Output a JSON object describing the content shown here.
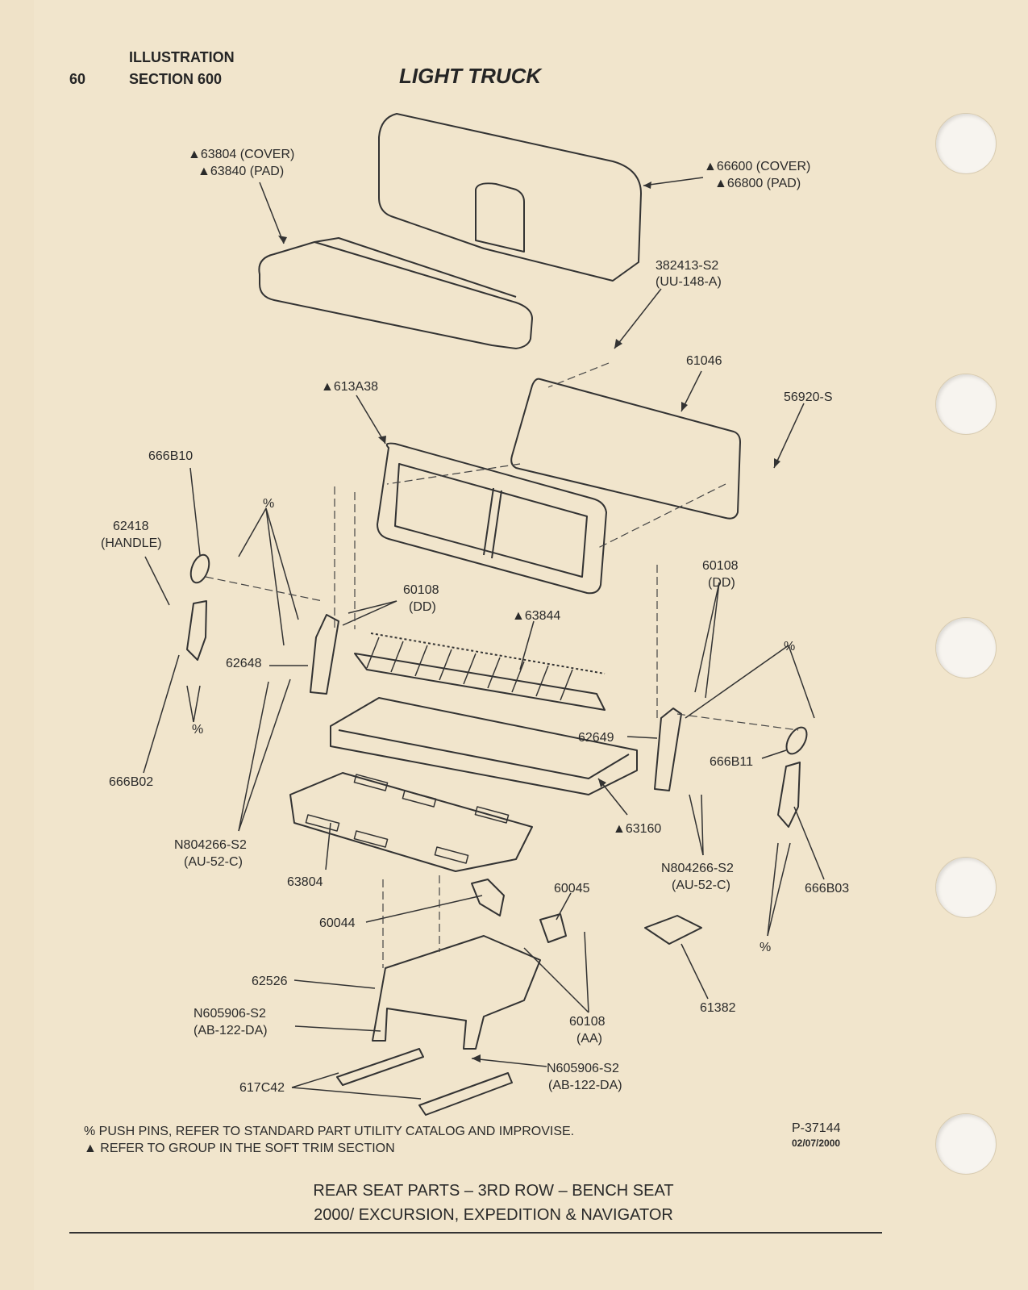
{
  "header": {
    "page_number": "60",
    "section_line1": "ILLUSTRATION",
    "section_line2": "SECTION 600",
    "title": "LIGHT TRUCK"
  },
  "labels": {
    "cover_pad_left_1": "▲63804 (COVER)",
    "cover_pad_left_2": "▲63840 (PAD)",
    "cover_pad_right_1": "▲66600 (COVER)",
    "cover_pad_right_2": "▲66800 (PAD)",
    "bolt_382413_1": "382413-S2",
    "bolt_382413_2": "(UU-148-A)",
    "p61046": "61046",
    "p56920": "56920-S",
    "p613A38": "▲613A38",
    "p666B10": "666B10",
    "p62418_1": "62418",
    "p62418_2": "(HANDLE)",
    "pct_top_left": "%",
    "p60108_dd_left_1": "60108",
    "p60108_dd_left_2": "(DD)",
    "p60108_dd_right_1": "60108",
    "p60108_dd_right_2": "(DD)",
    "p63844": "▲63844",
    "p62648": "62648",
    "pct_lower_left": "%",
    "pct_right": "%",
    "p62649": "62649",
    "p666B11": "666B11",
    "p666B02": "666B02",
    "p63160": "▲63160",
    "n804266_left_1": "N804266-S2",
    "n804266_left_2": "(AU-52-C)",
    "n804266_right_1": "N804266-S2",
    "n804266_right_2": "(AU-52-C)",
    "p63804": "63804",
    "p666B03": "666B03",
    "p60045": "60045",
    "p60044": "60044",
    "pct_bottom_right": "%",
    "p62526": "62526",
    "p61382": "61382",
    "n605906_left_1": "N605906-S2",
    "n605906_left_2": "(AB-122-DA)",
    "p60108_aa_1": "60108",
    "p60108_aa_2": "(AA)",
    "n605906_right_1": "N605906-S2",
    "n605906_right_2": "(AB-122-DA)",
    "p617C42": "617C42"
  },
  "footnotes": {
    "note1": "% PUSH PINS, REFER TO STANDARD PART UTILITY CATALOG AND IMPROVISE.",
    "note2": "▲ REFER TO GROUP IN THE SOFT TRIM SECTION",
    "figure_id": "P-37144",
    "figure_date": "02/07/2000"
  },
  "caption": {
    "line1": "REAR SEAT PARTS – 3RD ROW – BENCH SEAT",
    "line2": "2000/ EXCURSION, EXPEDITION & NAVIGATOR"
  }
}
